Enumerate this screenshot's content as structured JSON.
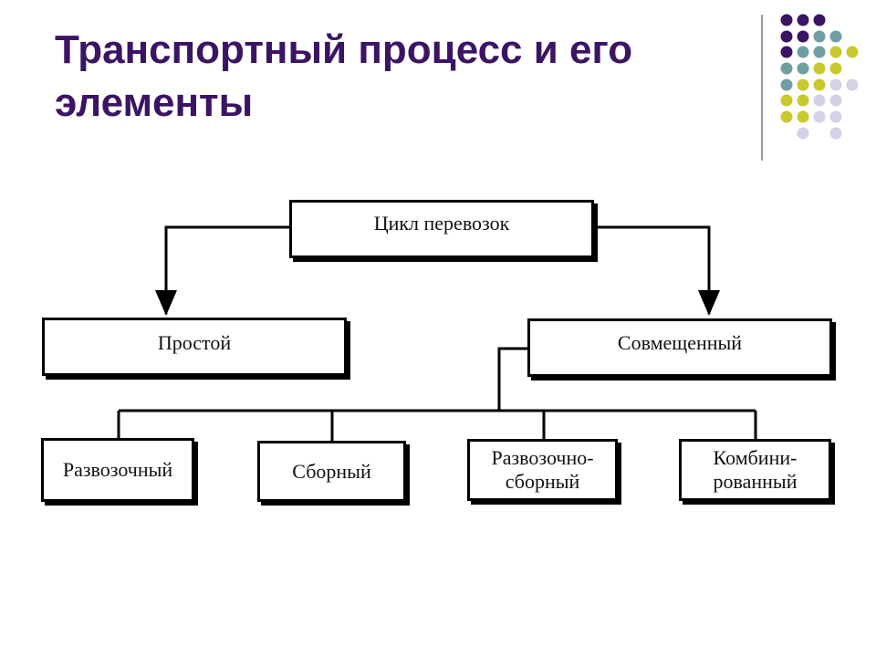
{
  "slide": {
    "title": "Транспортный процесс и его элементы"
  },
  "diagram": {
    "root": "Цикл перевозок",
    "left": "Простой",
    "right": "Совмещенный",
    "leaves": [
      "Развозочный",
      "Сборный",
      "Развозочно-\nсборный",
      "Комбини-\nрованный"
    ]
  },
  "colors": {
    "title": "#3b1464",
    "dot_purple": "#3b1464",
    "dot_teal": "#6f9ea3",
    "dot_olive": "#c7c92d",
    "dot_lavender": "#d2d2e6"
  }
}
